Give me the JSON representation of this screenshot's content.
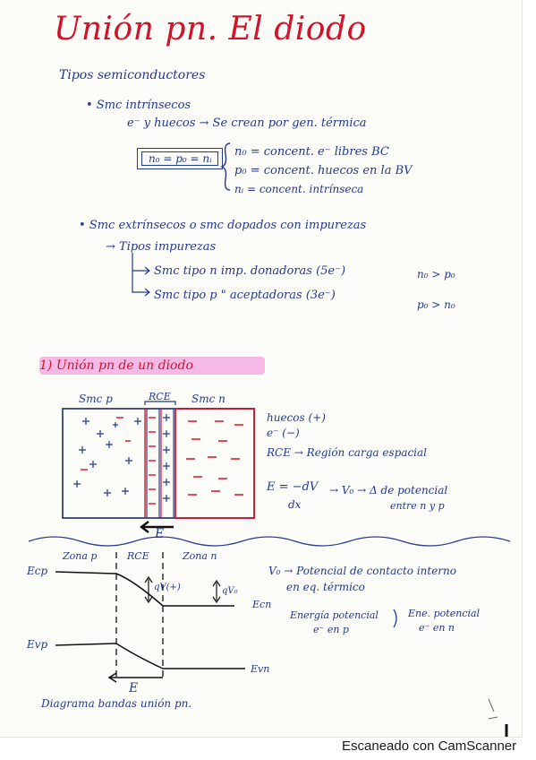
{
  "title": "Unión pn. El diodo",
  "section_tipos": {
    "heading": "Tipos semiconductores",
    "intrinsecos": {
      "bullet": "• Smc intrínsecos",
      "line": "e⁻ y huecos → Se crean por gen. térmica",
      "box_eq": "n₀ = p₀ = nᵢ",
      "defs": [
        "n₀ = concent. e⁻ libres BC",
        "p₀ = concent. huecos en la BV",
        "nᵢ = concent. intrínseca"
      ]
    },
    "extrinsecos": {
      "bullet": "• Smc extrínsecos  o smc dopados con impurezas",
      "tipos_impurezas": "→ Tipos impurezas",
      "tipo_n": "Smc tipo n  imp. donadoras (5e⁻)",
      "tipo_n_rel": "n₀ > p₀",
      "tipo_p": "Smc tipo p   \"   aceptadoras (3e⁻)",
      "tipo_p_rel": "p₀ > n₀"
    }
  },
  "section_union": {
    "heading": "1) Unión pn de un diodo",
    "label_p": "Smc p",
    "label_rce": "RCE",
    "label_n": "Smc n",
    "field_label": "E",
    "legend": [
      "huecos (+)",
      "e⁻ (−)",
      "RCE → Región carga espacial"
    ],
    "formula_top": "E = −dV",
    "formula_bottom": "dx",
    "formula_note_1": "→ V₀ → Δ de potencial",
    "formula_note_2": "entre n y p"
  },
  "section_bandas": {
    "zona_p": "Zona p",
    "zona_rce": "RCE",
    "zona_n": "Zona n",
    "ecp": "Ecp",
    "ecn": "Ecn",
    "evp": "Evp",
    "evn": "Evn",
    "qv_label": "qV(+)",
    "qv0_label": "qV₀",
    "field_label": "E",
    "note_v0_1": "V₀ → Potencial de contacto interno",
    "note_v0_2": "en eq. térmico",
    "note_energy_1": "Energía potencial",
    "note_energy_2": "e⁻ en p",
    "note_energy_3": "Ene. potencial",
    "note_energy_4": "e⁻ en n",
    "caption": "Diagrama bandas unión pn."
  },
  "footer": {
    "scanner": "Escaneado con CamScanner",
    "page_mark": "—"
  },
  "colors": {
    "ink_blue": "#243a8c",
    "ink_red": "#d1132a",
    "highlight": "#ee78d6"
  }
}
